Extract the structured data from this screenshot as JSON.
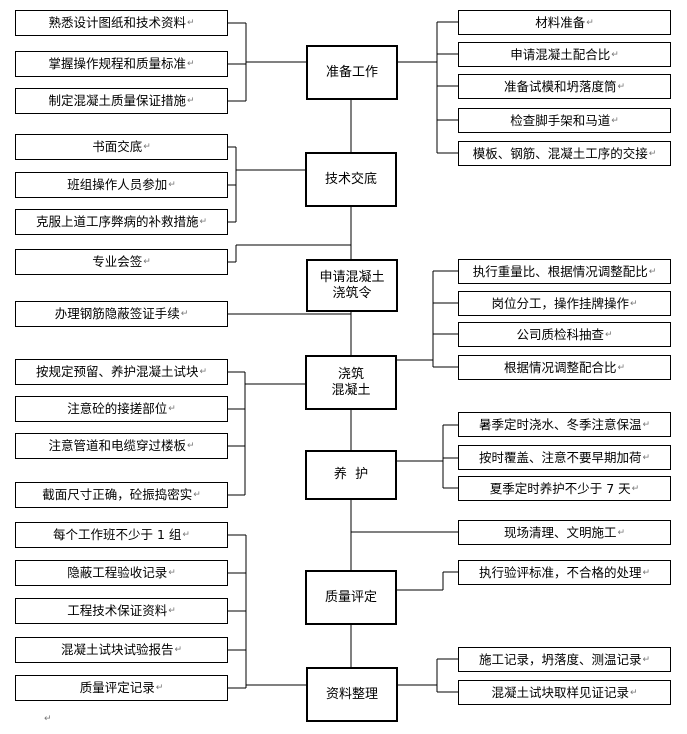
{
  "diagram": {
    "stages": [
      {
        "label": "准备工作",
        "left": [
          "熟悉设计图纸和技术资料",
          "掌握操作规程和质量标准",
          "制定混凝土质量保证措施"
        ],
        "right": [
          "材料准备",
          "申请混凝土配合比",
          "准备试模和坍落度筒",
          "检查脚手架和马道",
          "模板、钢筋、混凝土工序的交接"
        ]
      },
      {
        "label": "技术交底",
        "left": [
          "书面交底",
          "班组操作人员参加",
          "克服上道工序弊病的补救措施",
          "专业会签"
        ],
        "right": []
      },
      {
        "label": "申请混凝土",
        "label2": "浇筑令",
        "left": [
          "办理钢筋隐蔽签证手续"
        ],
        "right": [
          "执行重量比、根据情况调整配比",
          "岗位分工，操作挂牌操作",
          "公司质检科抽查",
          "根据情况调整配合比"
        ]
      },
      {
        "label": "浇筑",
        "label2": "混凝土",
        "left": [
          "按规定预留、养护混凝土试块",
          "注意砼的接搓部位",
          "注意管道和电缆穿过楼板",
          "截面尺寸正确，砼振捣密实"
        ],
        "right": []
      },
      {
        "label": "养  护",
        "left": [],
        "right": [
          "暑季定时浇水、冬季注意保温",
          "按时覆盖、注意不要早期加荷",
          "夏季定时养护不少于 7 天",
          "现场清理、文明施工"
        ]
      },
      {
        "label": "质量评定",
        "left": [],
        "right": [
          "执行验评标准，不合格的处理"
        ]
      },
      {
        "label": "资料整理",
        "left": [
          "每个工作班不少于 1 组",
          "隐蔽工程验收记录",
          "工程技术保证资料",
          "混凝土试块试验报告",
          "质量评定记录"
        ],
        "right": [
          "施工记录，坍落度、测温记录",
          "混凝土试块取样见证记录"
        ]
      }
    ]
  }
}
